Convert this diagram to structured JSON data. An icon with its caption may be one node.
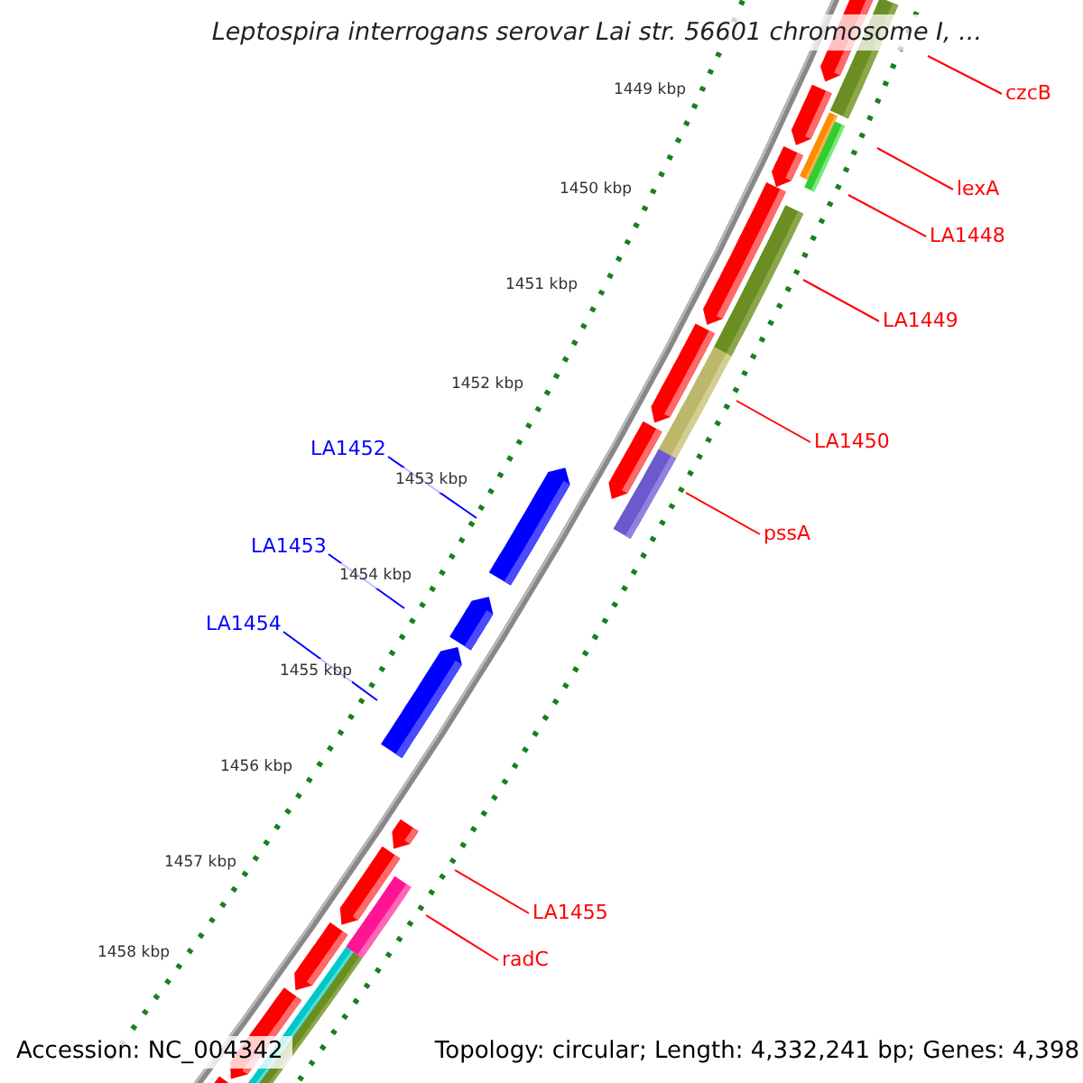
{
  "diagram": {
    "title": "Leptospira interrogans serovar Lai str. 56601 chromosome I, ...",
    "nodes": [
      {
        "text": [
          "czcB"
        ]
      },
      {
        "text": [
          "lexA"
        ]
      },
      {
        "text": [
          "LA1448"
        ]
      },
      {
        "text": [
          "LA1449"
        ]
      },
      {
        "text": [
          "LA1450"
        ]
      },
      {
        "text": [
          "pssA"
        ]
      },
      {
        "text": [
          "LA1452"
        ]
      },
      {
        "text": [
          "LA1453"
        ]
      },
      {
        "text": [
          "LA1454"
        ]
      },
      {
        "text": [
          "LA1455"
        ]
      },
      {
        "text": [
          "radC"
        ]
      }
    ],
    "edges": [
      {
        "from": 0,
        "to": null,
        "arrow": "none"
      },
      {
        "from": 1,
        "to": null,
        "arrow": "none"
      },
      {
        "from": 2,
        "to": null,
        "arrow": "none"
      },
      {
        "from": 3,
        "to": null,
        "arrow": "none"
      },
      {
        "from": 4,
        "to": null,
        "arrow": "none"
      },
      {
        "from": 5,
        "to": null,
        "arrow": "none"
      },
      {
        "from": 6,
        "to": null,
        "arrow": "none",
        "color": "#0000ff"
      },
      {
        "from": 7,
        "to": null,
        "arrow": "none",
        "color": "#0000ff"
      },
      {
        "from": 8,
        "to": null,
        "arrow": "none",
        "color": "#0000ff"
      },
      {
        "from": 9,
        "to": null,
        "arrow": "none"
      },
      {
        "from": 10,
        "to": null,
        "arrow": "none"
      }
    ],
    "labels": [
      "1449 kbp",
      "1450 kbp",
      "1451 kbp",
      "1452 kbp",
      "1453 kbp",
      "1454 kbp",
      "1455 kbp",
      "1456 kbp",
      "1457 kbp",
      "1458 kbp",
      "Accession: NC_004342",
      "Topology: circular; Length: 4,332,241 bp; Genes: 4,398"
    ]
  }
}
